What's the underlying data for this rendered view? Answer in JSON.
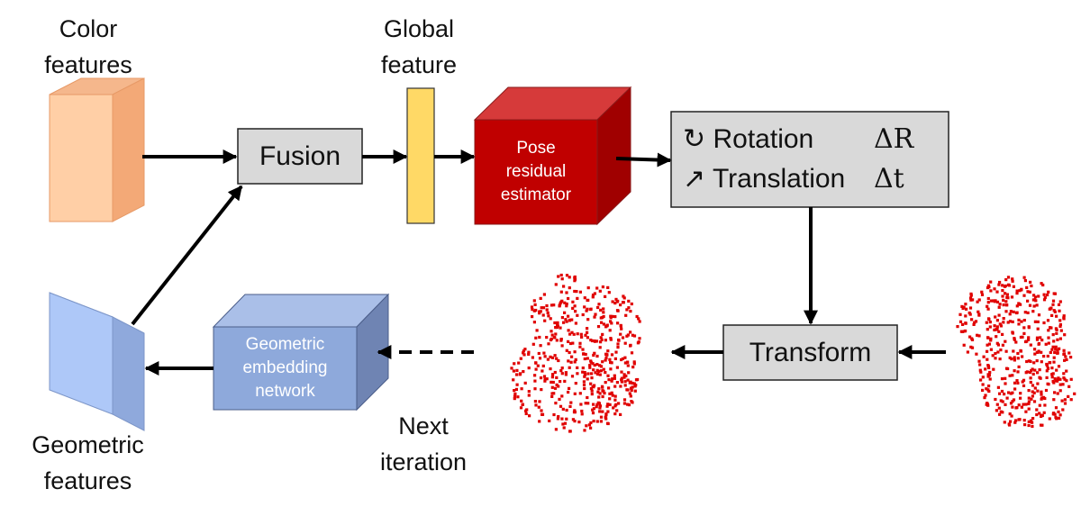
{
  "labels": {
    "color_features": [
      "Color",
      "features"
    ],
    "global_feature": [
      "Global",
      "feature"
    ],
    "geometric_features": [
      "Geometric",
      "features"
    ],
    "next_iteration": [
      "Next",
      "iteration"
    ]
  },
  "boxes": {
    "fusion": "Fusion",
    "pose_estimator": [
      "Pose",
      "residual",
      "estimator"
    ],
    "transform": "Transform",
    "geometric_network": [
      "Geometric",
      "embedding",
      "network"
    ]
  },
  "output": {
    "rotation": {
      "icon": "↻",
      "label": "Rotation",
      "symbol": "ΔR"
    },
    "translation": {
      "icon": "↗",
      "label": "Translation",
      "symbol": "Δt"
    }
  },
  "colors": {
    "color_block": "#f7c39b",
    "global_bar": "#ffd966",
    "pose_cube": "#c00000",
    "geometric_block": "#a9c4f5",
    "embedding_cube": "#8ea9db",
    "point_cloud": "#e00000",
    "box_fill": "#d9d9d9"
  }
}
